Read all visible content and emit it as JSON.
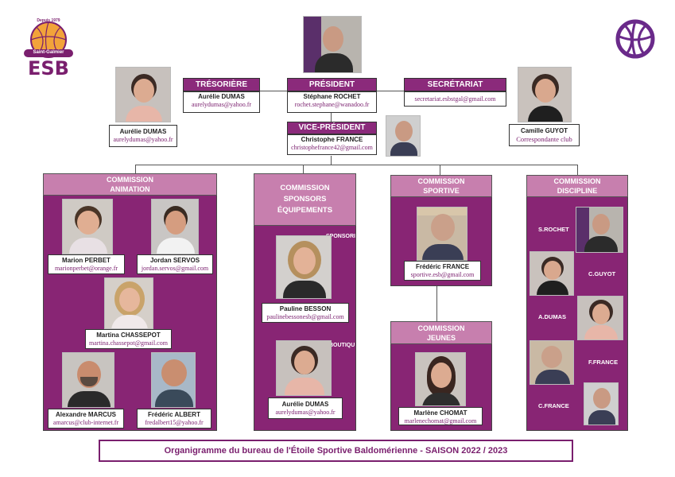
{
  "logo": {
    "top_text": "Depuis 1979",
    "town": "Saint-Galmier",
    "initials": "ESB"
  },
  "bureau": {
    "president": {
      "title": "PRÉSIDENT",
      "name": "Stéphane ROCHET",
      "email": "rochet.stephane@wanadoo.fr"
    },
    "tresoriere": {
      "title": "TRÉSORIÈRE",
      "name": "Aurélie DUMAS",
      "email": "aurelydumas@yahoo.fr"
    },
    "secretariat": {
      "title": "SECRÉTARIAT",
      "email": "secretariat.esbstgal@gmail.com"
    },
    "vice_president": {
      "title": "VICE-PRÉSIDENT",
      "name": "Christophe FRANCE",
      "email": "christophefrance42@gmail.com"
    },
    "tresoriere_card": {
      "name": "Aurélie DUMAS",
      "email": "aurelydumas@yahoo.fr"
    },
    "correspondante": {
      "name": "Camille GUYOT",
      "role": "Correspondante club"
    }
  },
  "commissions": {
    "animation": {
      "title_1": "COMMISSION",
      "title_2": "ANIMATION",
      "members": [
        {
          "name": "Marion PERBET",
          "email": "marionperbet@orange.fr"
        },
        {
          "name": "Jordan SERVOS",
          "email": "jordan.servos@gmail.com"
        },
        {
          "name": "Martina CHASSEPOT",
          "email": "martina.chassepot@gmail.com"
        },
        {
          "name": "Alexandre MARCUS",
          "email": "amarcus@club-internet.fr"
        },
        {
          "name": "Frédéric ALBERT",
          "email": "fredalbert15@yahoo.fr"
        }
      ]
    },
    "sponsors": {
      "title_1": "COMMISSION",
      "title_2": "SPONSORS",
      "title_3": "ÉQUIPEMENTS",
      "label_sponsoring": "SPONSORI",
      "label_boutique": "BOUTIQU",
      "members": [
        {
          "name": "Pauline BESSON",
          "email": "paulinebessonesb@gmail.com"
        },
        {
          "name": "Aurélie DUMAS",
          "email": "aurelydumas@yahoo.fr"
        }
      ]
    },
    "sportive": {
      "title_1": "COMMISSION",
      "title_2": "SPORTIVE",
      "members": [
        {
          "name": "Frédéric FRANCE",
          "email": "sportive.esb@gmail.com"
        }
      ]
    },
    "jeunes": {
      "title_1": "COMMISSION",
      "title_2": "JEUNES",
      "members": [
        {
          "name": "Marlène CHOMAT",
          "email": "marlenechomat@gmail.com"
        }
      ]
    },
    "discipline": {
      "title_1": "COMMISSION",
      "title_2": "DISCIPLINE",
      "labels": [
        "S.ROCHET",
        "C.GUYOT",
        "A.DUMAS",
        "F.FRANCE",
        "C.FRANCE"
      ]
    }
  },
  "footer": "Organigramme du bureau de l'Étoile Sportive Baldomérienne - SAISON 2022 / 2023",
  "colors": {
    "purple": "#882574",
    "pink": "#c77fae",
    "dark_purple": "#7a1f6e"
  },
  "icons": {
    "basketball": "basketball-icon"
  }
}
